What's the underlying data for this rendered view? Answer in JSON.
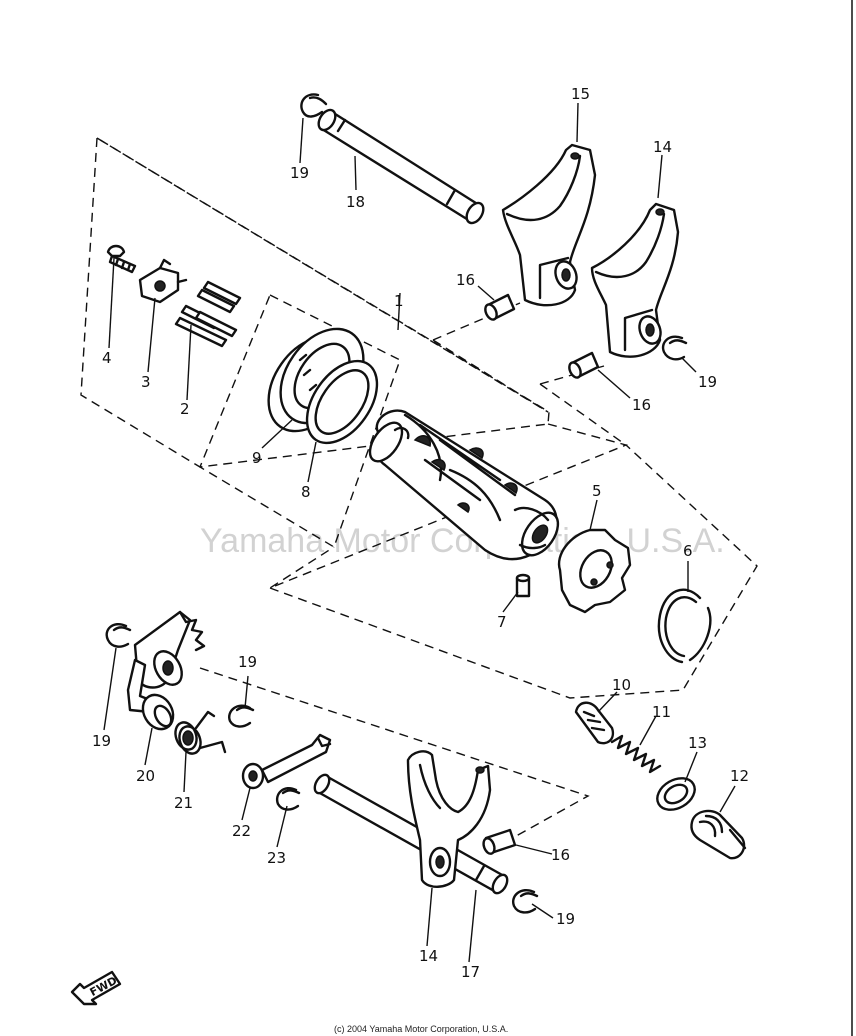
{
  "watermark": "Yamaha Motor Corporation, U.S.A.",
  "copyright": "(c) 2004 Yamaha Motor Corporation, U.S.A.",
  "direction_arrow": "FWD",
  "callouts": {
    "c1": "1",
    "c2": "2",
    "c3": "3",
    "c4": "4",
    "c5": "5",
    "c6": "6",
    "c7": "7",
    "c8": "8",
    "c9": "9",
    "c10": "10",
    "c11": "11",
    "c12": "12",
    "c13": "13",
    "c14a": "14",
    "c14b": "14",
    "c15": "15",
    "c16a": "16",
    "c16b": "16",
    "c16c": "16",
    "c17": "17",
    "c18": "18",
    "c19a": "19",
    "c19b": "19",
    "c19c": "19",
    "c19d": "19",
    "c19e": "19",
    "c20": "20",
    "c21": "21",
    "c22": "22",
    "c23": "23"
  }
}
